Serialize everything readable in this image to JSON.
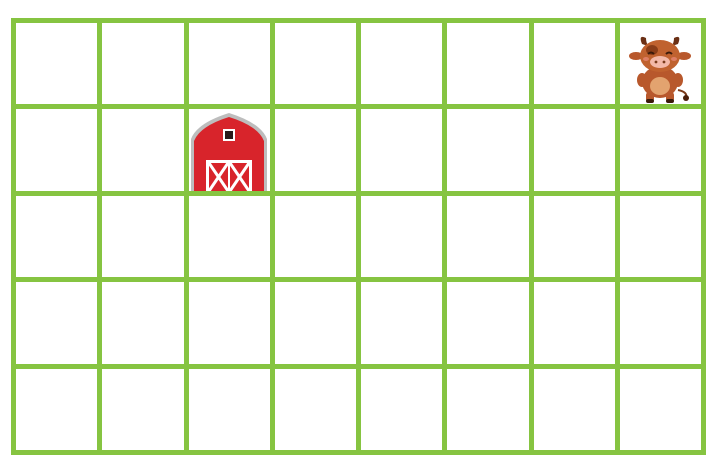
{
  "grid": {
    "columns": 8,
    "rows": 5,
    "line_color": "#86c441",
    "cell_color": "#ffffff"
  },
  "pieces": [
    {
      "id": "cow",
      "icon": "cow-icon",
      "row": 0,
      "col": 7
    },
    {
      "id": "barn",
      "icon": "barn-icon",
      "row": 1,
      "col": 2
    }
  ]
}
